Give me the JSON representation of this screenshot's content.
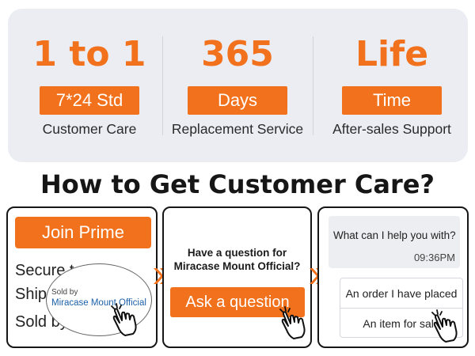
{
  "stats": [
    {
      "big": "1 to 1",
      "pill": "7*24 Std",
      "sub": "Customer Care"
    },
    {
      "big": "365",
      "pill": "Days",
      "sub": "Replacement Service"
    },
    {
      "big": "Life",
      "pill": "Time",
      "sub": "After-sales Support"
    }
  ],
  "heading": "How to Get Customer Care?",
  "step1": {
    "button": "Join Prime",
    "line1": "Secure t",
    "line2": "Ship",
    "line3": "Sold by",
    "sold_by": "Sold by",
    "seller": "Miracase Mount Official"
  },
  "step2": {
    "question_line1": "Have a question for",
    "question_line2": "Miracase Mount Official?",
    "button": "Ask a question"
  },
  "step3": {
    "message": "What can I help you with?",
    "time": "09:36PM",
    "options": [
      "An order I have placed",
      "An item for sale"
    ]
  },
  "colors": {
    "accent": "#f2711c",
    "panel": "#ebedf3",
    "link": "#1c60a8"
  },
  "icons": [
    "hand-pointer-icon",
    "double-chevron-right-icon"
  ]
}
